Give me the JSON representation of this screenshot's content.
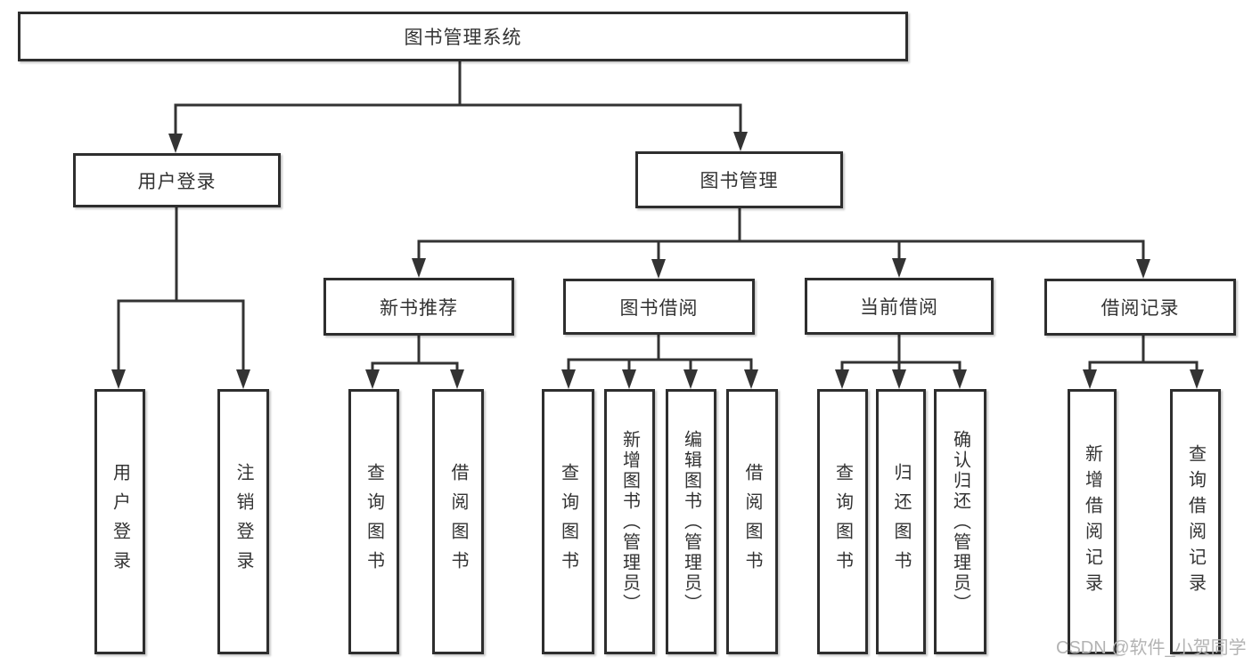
{
  "diagram": {
    "root": "图书管理系统",
    "branches": {
      "user": "用户登录",
      "book": "图书管理"
    },
    "user_children": {
      "login": "用户登录",
      "logout": "注销登录"
    },
    "book_groups": {
      "recommend": "新书推荐",
      "borrow": "图书借阅",
      "current": "当前借阅",
      "records": "借阅记录"
    },
    "recommend_children": {
      "query": "查询图书",
      "borrow": "借阅图书"
    },
    "borrow_children": {
      "query": "查询图书",
      "add": "新增图书（管理员）",
      "edit": "编辑图书（管理员）",
      "borrow": "借阅图书"
    },
    "current_children": {
      "query": "查询图书",
      "return": "归还图书",
      "confirm": "确认归还（管理员）"
    },
    "records_children": {
      "add": "新增借阅记录",
      "query": "查询借阅记录"
    }
  },
  "watermark": "CSDN @软件_小贺同学",
  "colors": {
    "line": "#333333",
    "box_border": "#2e2e2e",
    "text": "#333333",
    "watermark": "#b3b3b3",
    "background": "#ffffff"
  }
}
